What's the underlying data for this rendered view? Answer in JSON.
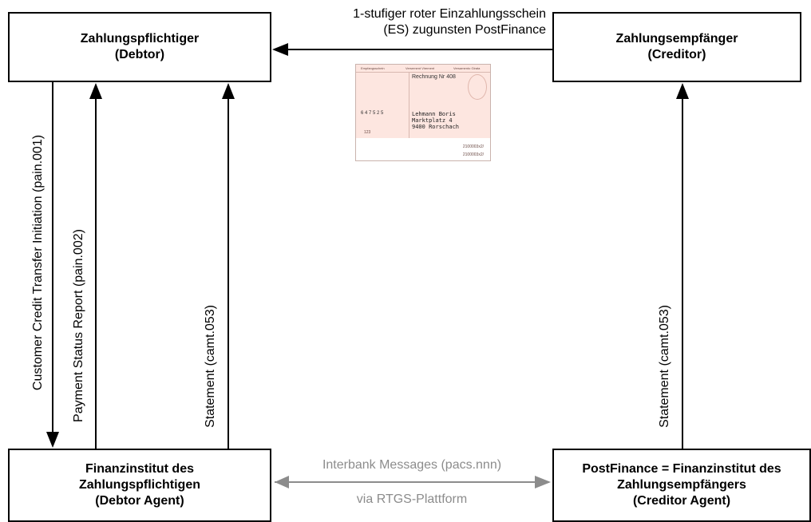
{
  "boxes": {
    "debtor": [
      "Zahlungspflichtiger",
      "(Debtor)"
    ],
    "creditor": [
      "Zahlungsempfänger",
      "(Creditor)"
    ],
    "debtor_agent": [
      "Finanzinstitut des",
      "Zahlungspflichtigen",
      "(Debtor Agent)"
    ],
    "creditor_agent": [
      "PostFinance = Finanzinstitut des",
      "Zahlungsempfängers",
      "(Creditor Agent)"
    ]
  },
  "labels": {
    "top_arrow": [
      "1-stufiger roter Einzahlungsschein",
      "(ES) zugunsten PostFinance"
    ],
    "pain001": "Customer Credit Transfer Initiation (pain.001)",
    "pain002": "Payment Status Report (pain.002)",
    "camt_left": "Statement (camt.053)",
    "camt_right": "Statement (camt.053)",
    "interbank": "Interbank Messages (pacs.nnn)",
    "rtgs": "via RTGS-Plattform"
  },
  "slip": {
    "header_left": "Empfangsschein",
    "header_mid": "Versement Virement",
    "header_right": "Versamento Girata",
    "rechnung": "Rechnung Nr 408",
    "address": [
      "Lehmann Boris",
      "Marktplatz 4",
      "9400 Rorschach"
    ],
    "amount": "6 4 7 5   2 5",
    "small_code": "123",
    "ref1": "2100003x2/",
    "ref2": "2100003x2/"
  },
  "colors": {
    "line": "#000000",
    "interbank": "#8c8c8c",
    "slip_bg": "#fde6e0"
  }
}
